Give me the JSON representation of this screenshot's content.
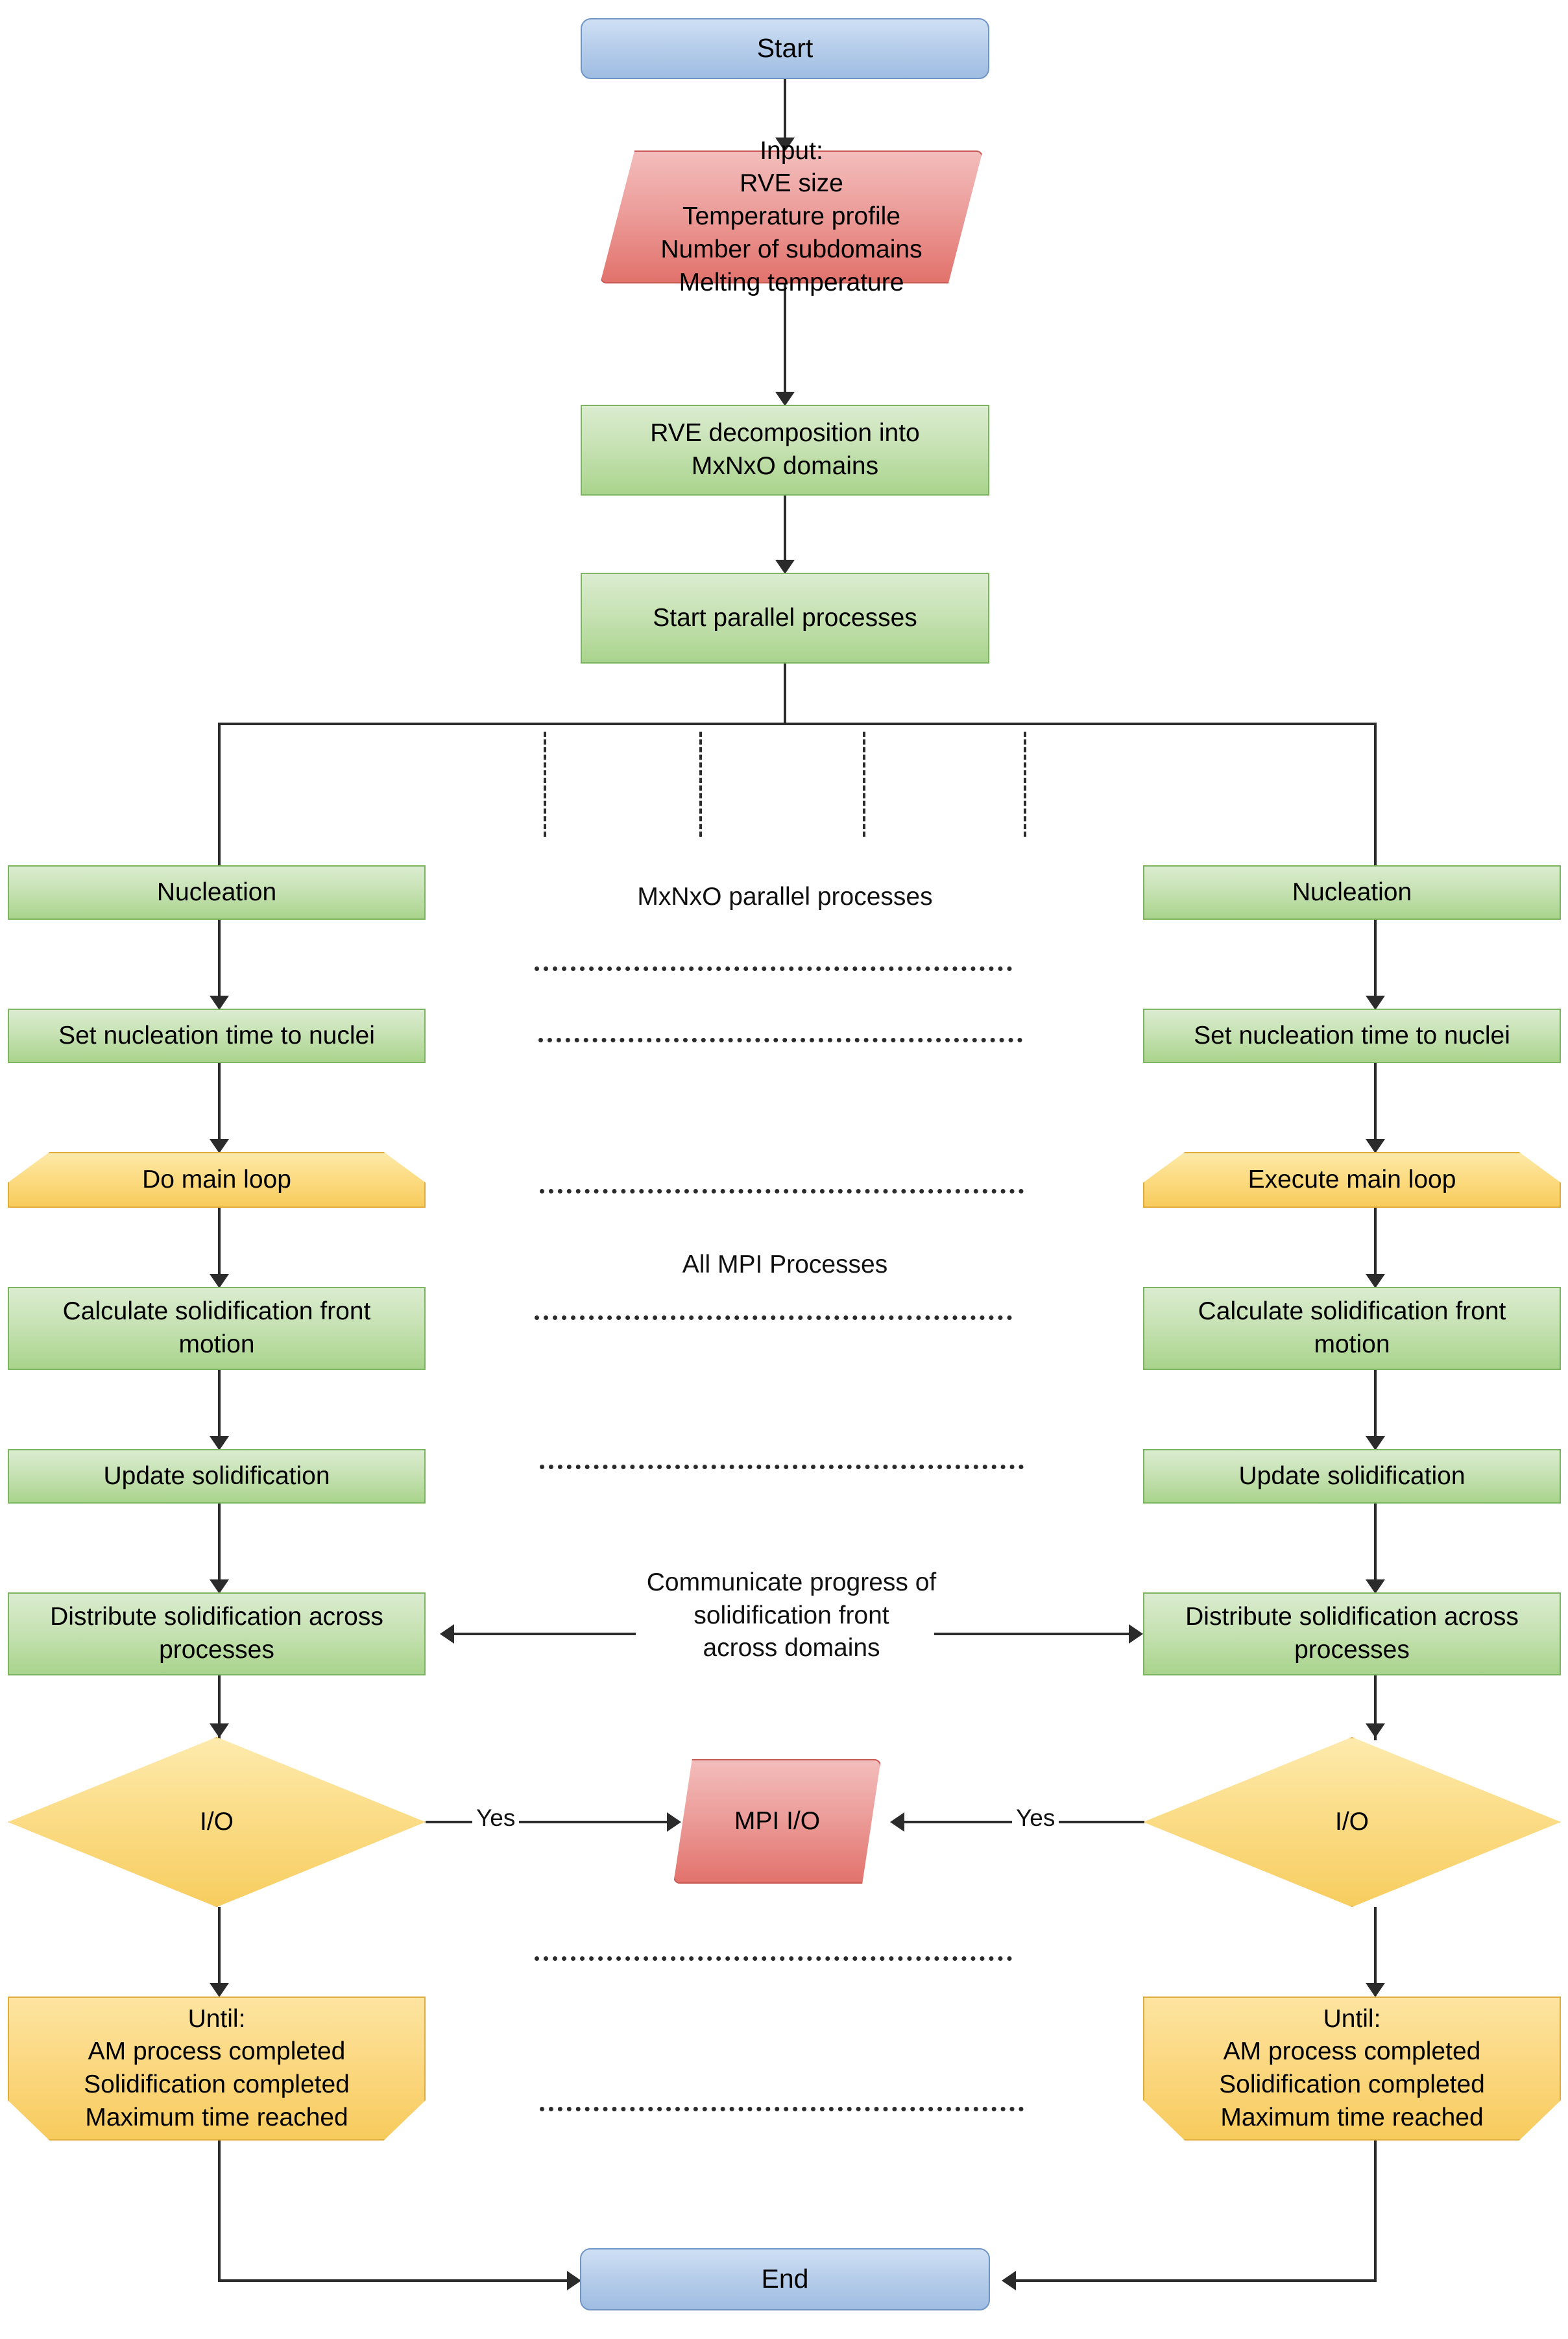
{
  "diagram": {
    "title": "Parallel AM solidification simulation flowchart",
    "colors": {
      "terminator": "#b6cdea",
      "process": "#c7e2b4",
      "data": "#ec9e9b",
      "loop": "#fbd77f",
      "decision": "#fbdc86",
      "connector": "#2b2b2b"
    }
  },
  "nodes": {
    "start": "Start",
    "input": "Input:\nRVE size\nTemperature profile\nNumber of subdomains\nMelting temperature",
    "decomposition": "RVE decomposition into\nMxNxO domains",
    "start_parallel": "Start parallel processes",
    "mpi_io": "MPI I/O",
    "end": "End"
  },
  "left_branch": {
    "nucleation": "Nucleation",
    "set_nucleation_time": "Set nucleation time to nuclei",
    "main_loop": "Do main loop",
    "calc_front": "Calculate solidification front\nmotion",
    "update_solidification": "Update solidification",
    "distribute": "Distribute solidification across\nprocesses",
    "io_decision": "I/O",
    "until": "Until:\nAM process completed\nSolidification completed\nMaximum time reached"
  },
  "right_branch": {
    "nucleation": "Nucleation",
    "set_nucleation_time": "Set nucleation time to nuclei",
    "main_loop": "Execute main loop",
    "calc_front": "Calculate solidification front\nmotion",
    "update_solidification": "Update solidification",
    "distribute": "Distribute solidification across\nprocesses",
    "io_decision": "I/O",
    "until": "Until:\nAM process completed\nSolidification completed\nMaximum time reached"
  },
  "annotations": {
    "parallel_processes": "MxNxO parallel processes",
    "all_mpi": "All MPI Processes",
    "communicate": "Communicate progress of\nsolidification front\nacross domains"
  },
  "edge_labels": {
    "yes_left": "Yes",
    "yes_right": "Yes"
  }
}
